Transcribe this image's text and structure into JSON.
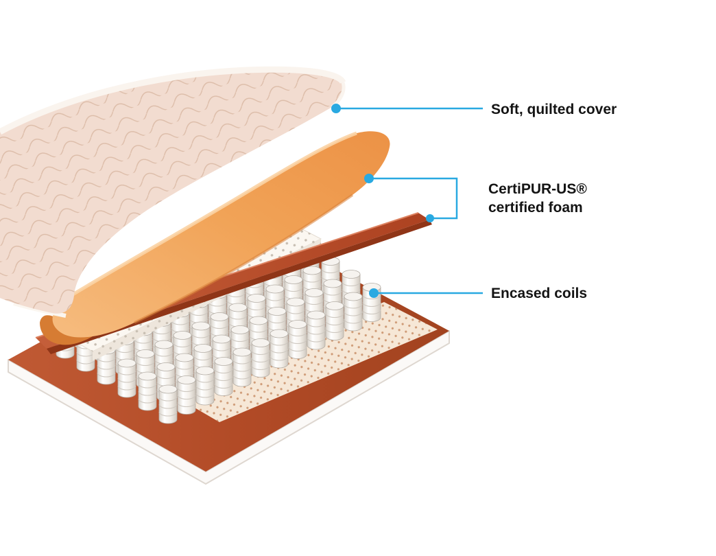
{
  "diagram": {
    "background": "#FFFFFF",
    "accent_color": "#29A9E1",
    "text_color": "#141414",
    "callouts": [
      {
        "label": "Soft, quilted cover"
      },
      {
        "label": "CertiPUR-US®",
        "label_line2": "certified foam"
      },
      {
        "label": "Encased coils"
      }
    ],
    "layer_colors": {
      "quilted_cover": "#F2DCD0",
      "certipur_foam": "#F0A55E",
      "transition_layer": "#B04423",
      "perforated_foam": "#FBF7F1",
      "coils": "#F3EFE9",
      "base_foam": "#B5502F",
      "foundation": "#FBF9F7"
    }
  }
}
